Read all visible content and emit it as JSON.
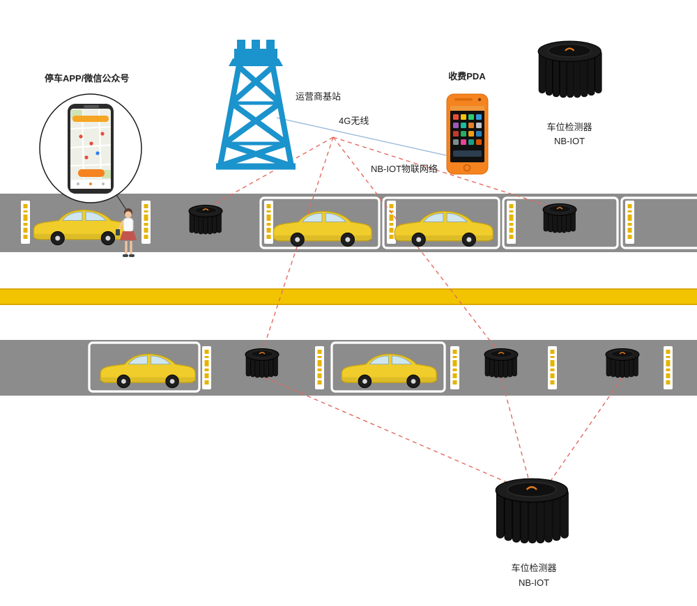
{
  "labels": {
    "app": "停车APP/微信公众号",
    "tower": "运营商基站",
    "wireless_4g": "4G无线",
    "pda": "收费PDA",
    "nbiot_network": "NB-IOT物联网络",
    "detector_top_line1": "车位检测器",
    "detector_top_line2": "NB-IOT",
    "detector_bottom_line1": "车位检测器",
    "detector_bottom_line2": "NB-IOT"
  },
  "colors": {
    "tower_blue": "#1b93cc",
    "pda_orange": "#f5831f",
    "car_yellow": "#f0cd2b",
    "road_gray": "#8c8c8c",
    "lane_yellow": "#f2c400",
    "link_red": "#e26a5f",
    "sensor_black": "#161616"
  }
}
